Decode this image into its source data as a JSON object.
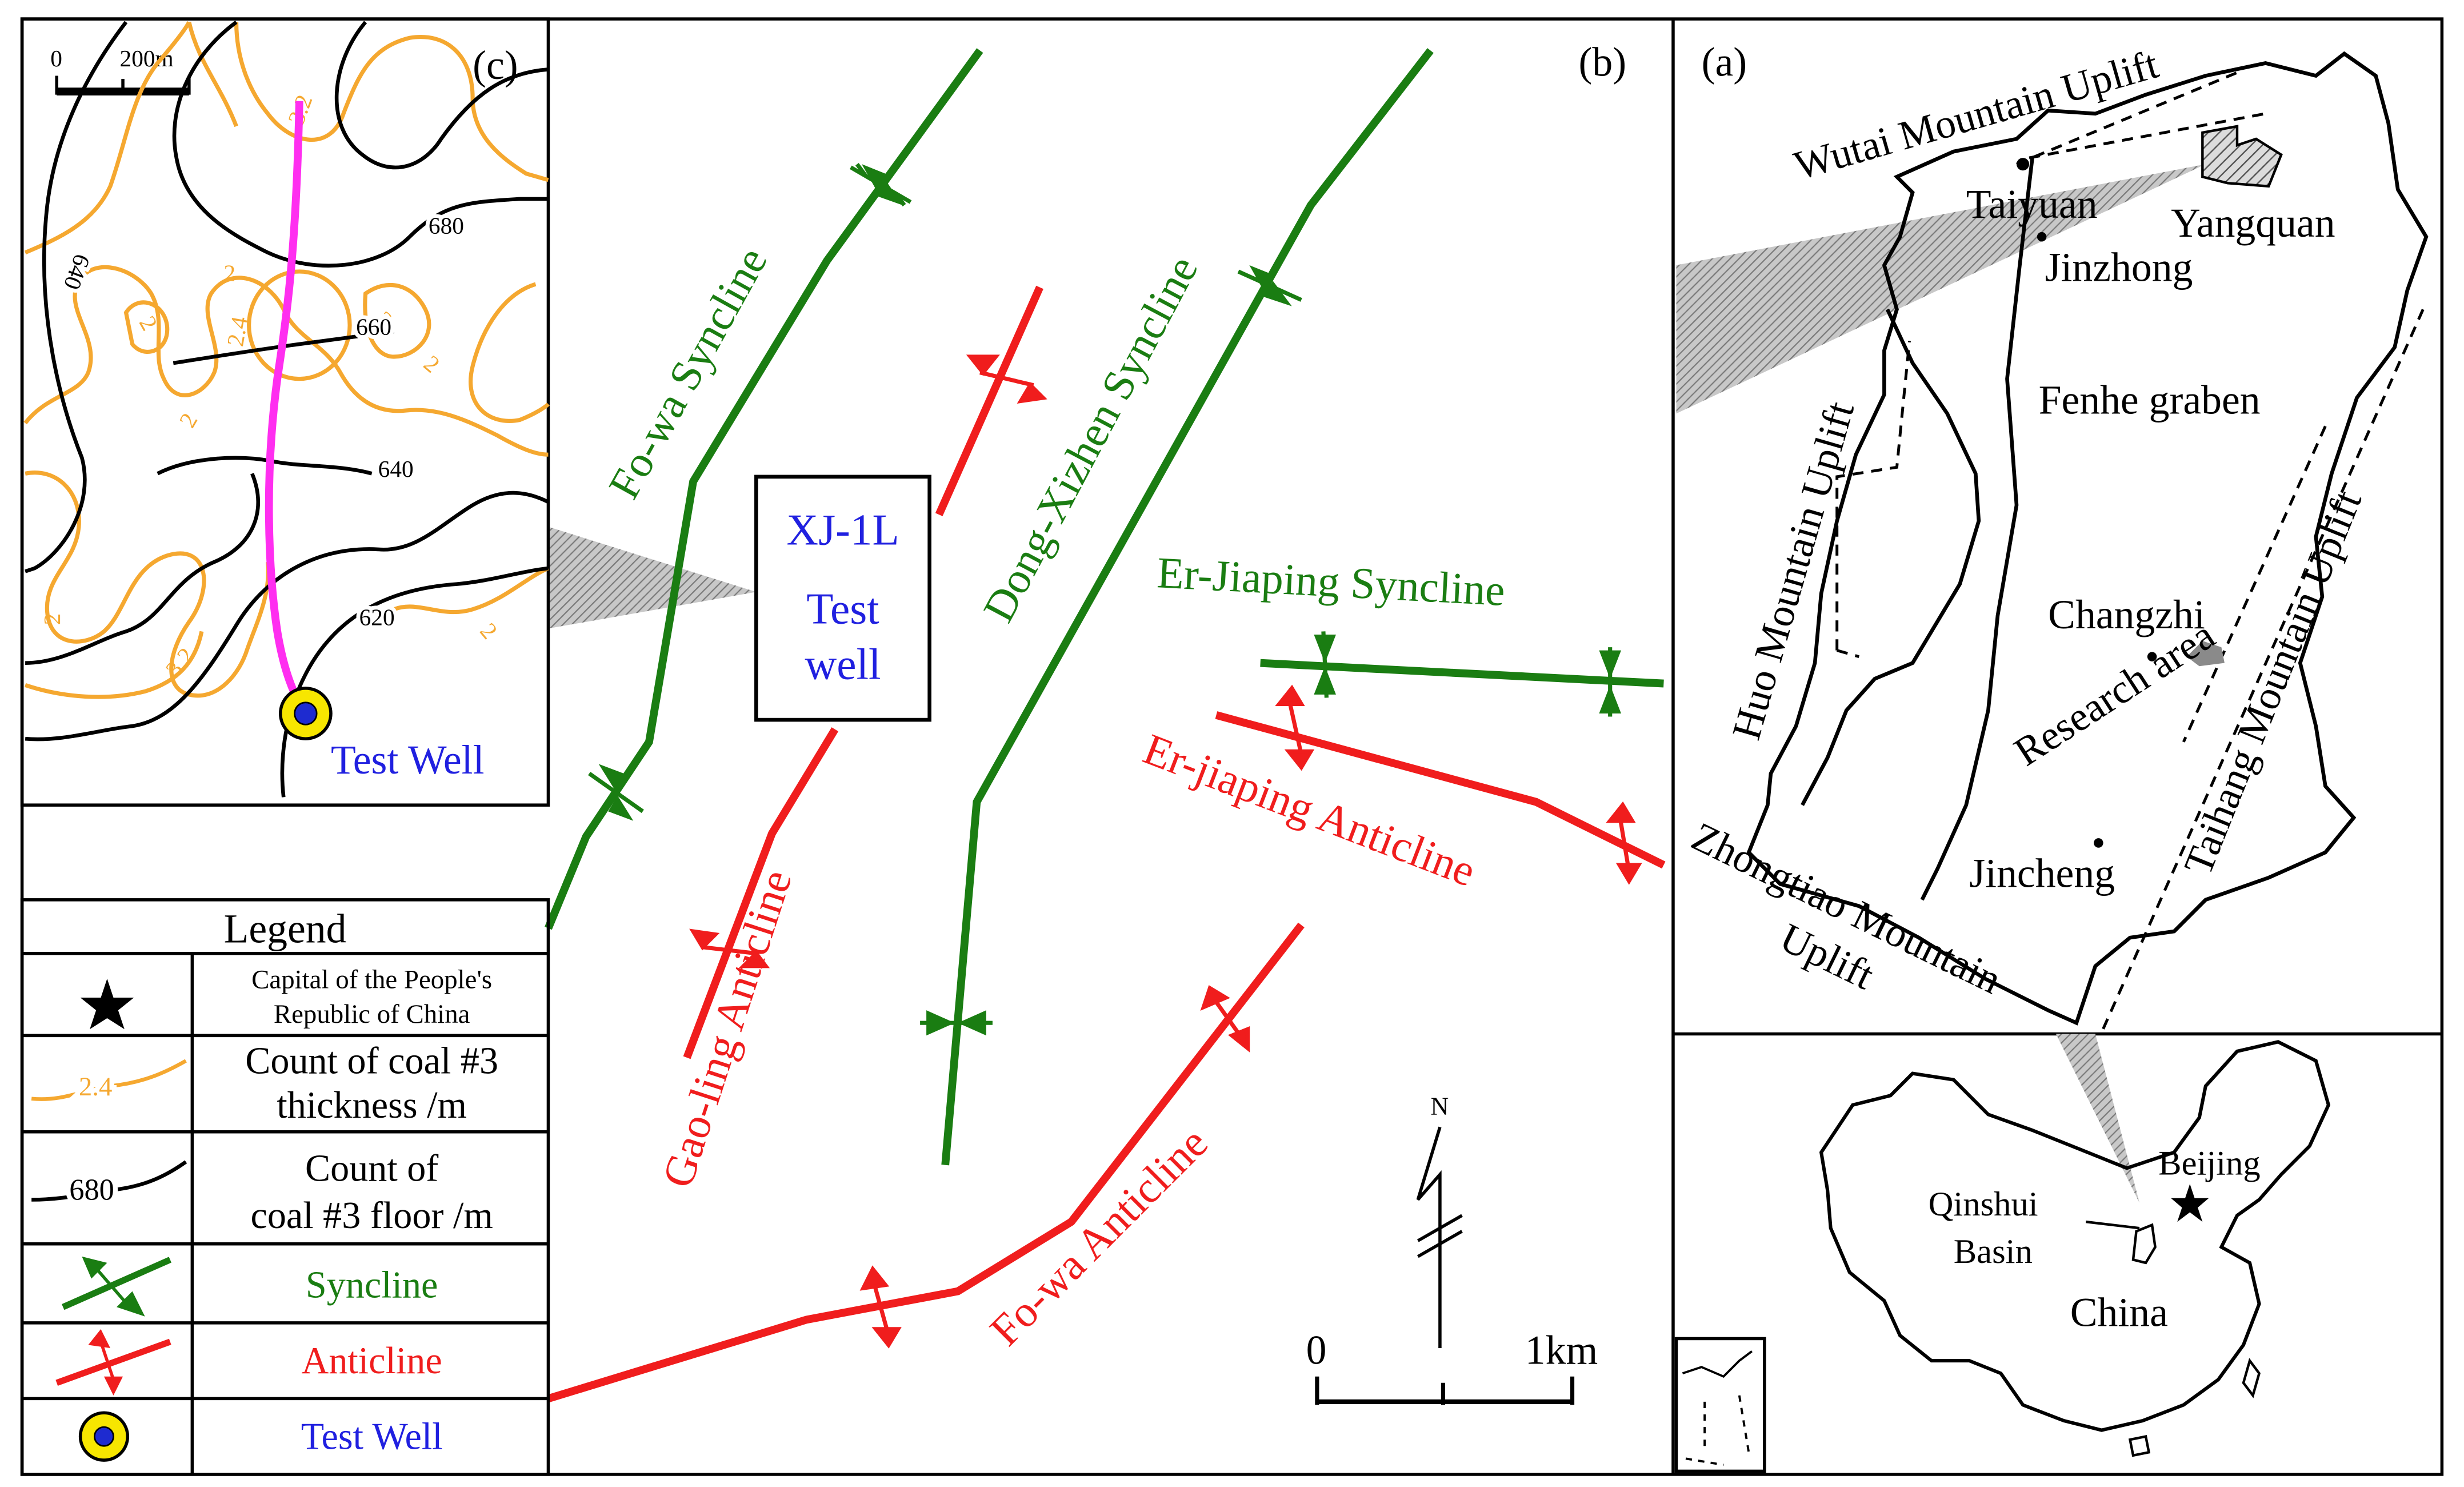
{
  "colors": {
    "syncline": "#1a7d12",
    "anticline": "#f01d1d",
    "thickness_contour": "#f5a830",
    "floor_contour": "#000000",
    "test_well_label": "#2020e0",
    "well_path": "#ff2ef0",
    "well_outer": "#f7e600",
    "well_inner": "#1e2bd0",
    "projection_hatch": "#9a9a9a"
  },
  "panel_c": {
    "label": "(c)",
    "scale_start": "0",
    "scale_end": "200m",
    "floor_contours": [
      "680",
      "660",
      "640",
      "620",
      "640"
    ],
    "thickness_contours": [
      "3.2",
      "2",
      "2",
      "2.4",
      "2",
      "2",
      "2",
      "2",
      "2",
      "3.2"
    ],
    "test_well_label": "Test Well"
  },
  "panel_b": {
    "label": "(b)",
    "box_title": "XJ-1L",
    "box_line1": "Test",
    "box_line2": "well",
    "structures": {
      "fowa_syncline": "Fo-wa Syncline",
      "dongxizhen_syncline": "Dong-Xizhen Syncline",
      "erjiaping_syncline": "Er-Jiaping Syncline",
      "erjiaping_anticline": "Er-jiaping Anticline",
      "gaoling_anticline": "Gao-ling Anticline",
      "fowa_anticline": "Fo-wa Anticline"
    },
    "north": "N",
    "scale_start": "0",
    "scale_end": "1km"
  },
  "panel_a": {
    "label": "(a)",
    "places": {
      "wutai": "Wutai Mountain Uplift",
      "taiyuan": "Taiyuan",
      "yangquan": "Yangquan",
      "jinzhong": "Jinzhong",
      "fenhe": "Fenhe graben",
      "huo": "Huo Mountain Uplift",
      "taihang": "Taihang Mountain Uplift",
      "changzhi": "Changzhi",
      "research": "Research area",
      "jincheng": "Jincheng",
      "zhongtiao1": "Zhongtiao Mountain",
      "zhongtiao2": "Uplift"
    }
  },
  "china_inset": {
    "beijing": "Beijing",
    "qinshui1": "Qinshui",
    "qinshui2": "Basin",
    "china": "China"
  },
  "legend": {
    "title": "Legend",
    "capital_1": "Capital of the People's",
    "capital_2": "Republic of China",
    "thickness_sample": "2.4",
    "thickness_1": "Count of coal #3",
    "thickness_2": "thickness /m",
    "floor_sample": "680",
    "floor_1": "Count of",
    "floor_2": "coal #3 floor /m",
    "syncline": "Syncline",
    "anticline": "Anticline",
    "test_well": "Test Well"
  }
}
